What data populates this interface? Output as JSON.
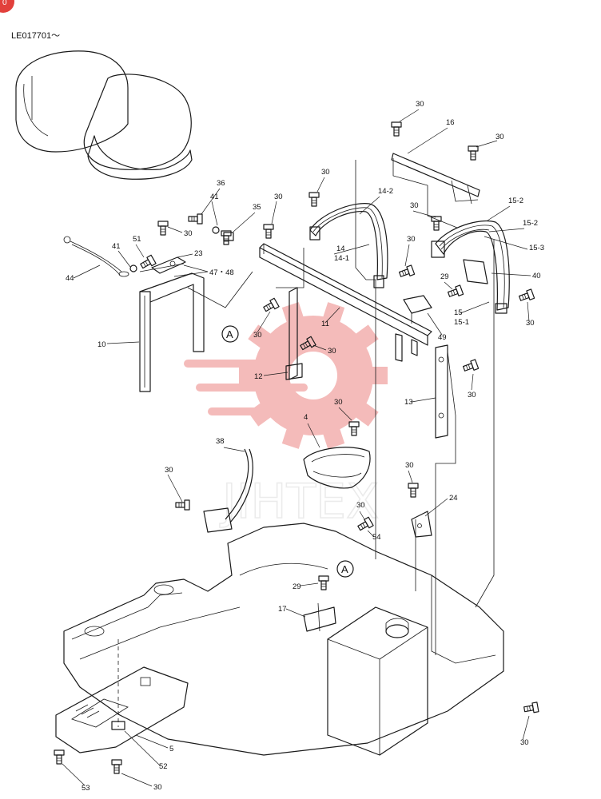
{
  "document": {
    "code": "LE017701～",
    "corner_badge": "0"
  },
  "section_marker": "A",
  "watermark": {
    "text": "JIHTEX",
    "color": "#e2403c"
  },
  "callouts": [
    {
      "id": "c30a",
      "text": "30"
    },
    {
      "id": "c16",
      "text": "16"
    },
    {
      "id": "c30b",
      "text": "30"
    },
    {
      "id": "c30c",
      "text": "30"
    },
    {
      "id": "c30d",
      "text": "30"
    },
    {
      "id": "c14-2",
      "text": "14-2"
    },
    {
      "id": "c15-2a",
      "text": "15-2"
    },
    {
      "id": "c15-2b",
      "text": "15-2"
    },
    {
      "id": "c15-3",
      "text": "15-3"
    },
    {
      "id": "c36",
      "text": "36"
    },
    {
      "id": "c41a",
      "text": "41"
    },
    {
      "id": "c35",
      "text": "35"
    },
    {
      "id": "c30e",
      "text": "30"
    },
    {
      "id": "c30f",
      "text": "30"
    },
    {
      "id": "c30g",
      "text": "30"
    },
    {
      "id": "c14",
      "text": "14"
    },
    {
      "id": "c14-1",
      "text": "14-1"
    },
    {
      "id": "c41b",
      "text": "41"
    },
    {
      "id": "c51",
      "text": "51"
    },
    {
      "id": "c23",
      "text": "23"
    },
    {
      "id": "c47-48",
      "text": "47・48"
    },
    {
      "id": "c44",
      "text": "44"
    },
    {
      "id": "c40",
      "text": "40"
    },
    {
      "id": "c29a",
      "text": "29"
    },
    {
      "id": "c15",
      "text": "15"
    },
    {
      "id": "c15-1",
      "text": "15-1"
    },
    {
      "id": "c30h",
      "text": "30"
    },
    {
      "id": "c11",
      "text": "11"
    },
    {
      "id": "c30i",
      "text": "30"
    },
    {
      "id": "c10",
      "text": "10"
    },
    {
      "id": "c49",
      "text": "49"
    },
    {
      "id": "c30j",
      "text": "30"
    },
    {
      "id": "c12",
      "text": "12"
    },
    {
      "id": "c30k",
      "text": "30"
    },
    {
      "id": "c13",
      "text": "13"
    },
    {
      "id": "c30l",
      "text": "30"
    },
    {
      "id": "c4",
      "text": "4"
    },
    {
      "id": "c38",
      "text": "38"
    },
    {
      "id": "c30m",
      "text": "30"
    },
    {
      "id": "c30n",
      "text": "30"
    },
    {
      "id": "c24",
      "text": "24"
    },
    {
      "id": "c30o",
      "text": "30"
    },
    {
      "id": "c54",
      "text": "54"
    },
    {
      "id": "c29b",
      "text": "29"
    },
    {
      "id": "c17",
      "text": "17"
    },
    {
      "id": "c5",
      "text": "5"
    },
    {
      "id": "c52",
      "text": "52"
    },
    {
      "id": "c53",
      "text": "53"
    },
    {
      "id": "c30p",
      "text": "30"
    },
    {
      "id": "c30q",
      "text": "30"
    }
  ]
}
